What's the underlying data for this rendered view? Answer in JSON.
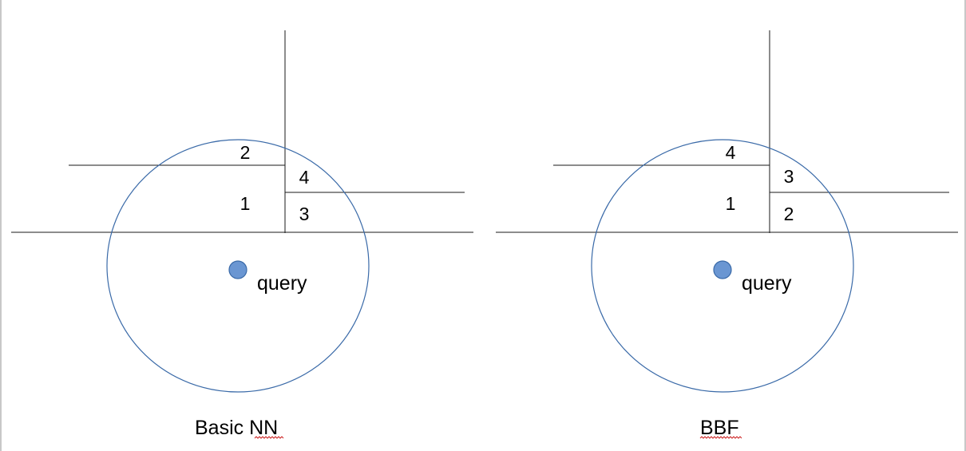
{
  "panels": [
    {
      "caption": "Basic NN",
      "caption_spellcheck_word": "NN",
      "query_label": "query",
      "region_labels": [
        "2",
        "4",
        "1",
        "3"
      ]
    },
    {
      "caption": "BBF",
      "caption_spellcheck_word": "BBF",
      "query_label": "query",
      "region_labels": [
        "4",
        "3",
        "1",
        "2"
      ]
    }
  ],
  "colors": {
    "ink": "#1a1a1a",
    "search_radius": "#3a6aa8",
    "query_point": "#6a96d2",
    "spellcheck": "#cc2222"
  }
}
